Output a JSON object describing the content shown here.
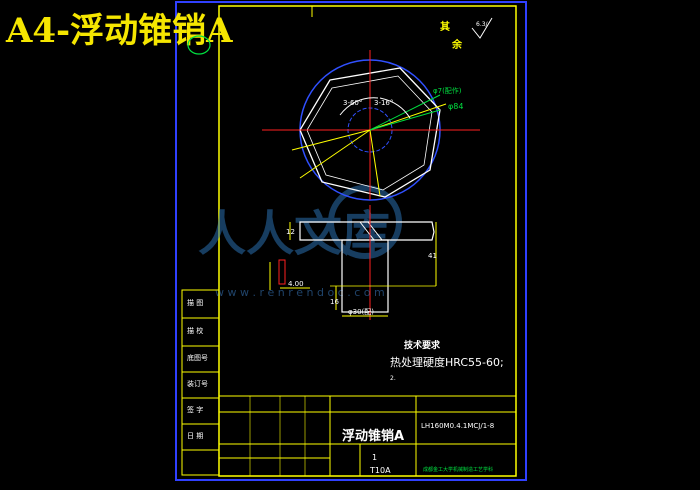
{
  "header": {
    "title": "A4-浮动锥销A"
  },
  "corner": {
    "surface_mark": "6.3/",
    "rest_label_1": "其",
    "rest_label_2": "余"
  },
  "dimensions": {
    "angle_left": "3-60°",
    "angle_right": "3-16°",
    "dia_fit": "φ7(配作)",
    "dia_84": "φ84",
    "height_12": "12",
    "height_41": "41",
    "height_16": "16",
    "width_4": "4.00",
    "dia_base": "φ30(配)"
  },
  "tech": {
    "heading": "技术要求",
    "line1": "热处理硬度HRC55-60;",
    "line2": "2."
  },
  "left_column": [
    "描 图",
    "描 校",
    "底图号",
    "装订号",
    "签 字",
    "日 期"
  ],
  "title_block": {
    "part_name": "浮动锥销A",
    "drawing_no": "LH160M0.4.1MCJ/1-8",
    "material": "T10A",
    "quantity": "1",
    "company": "成都金工大学机械制造工艺学科"
  },
  "watermark": {
    "text": "人人文库",
    "url": "w w w . r e n r e n d o c . c o m"
  },
  "colors": {
    "title": "#f5e600",
    "frame": "#ffff00",
    "green": "#00e040",
    "blue": "#3050ff",
    "red": "#ff2020",
    "white": "#ffffff"
  }
}
